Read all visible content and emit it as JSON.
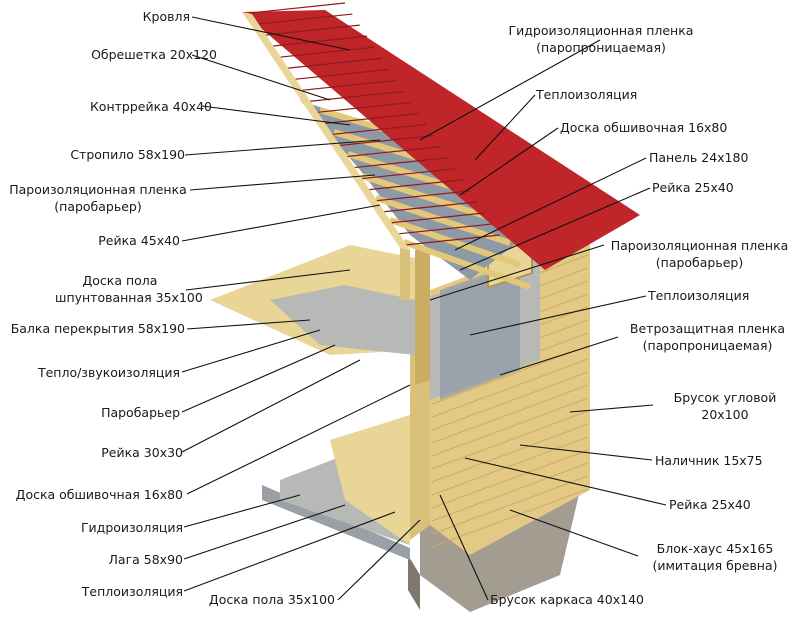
{
  "labels_left": [
    {
      "id": "roof",
      "lines": [
        "Кровля"
      ]
    },
    {
      "id": "lathing",
      "lines": [
        "Обрешетка 20х120"
      ]
    },
    {
      "id": "counter-batten",
      "lines": [
        "Контррейка 40х40"
      ]
    },
    {
      "id": "rafter",
      "lines": [
        "Стропило 58х190"
      ]
    },
    {
      "id": "vapor-film-roof",
      "lines": [
        "Пароизоляционная пленка",
        "(паробарьер)"
      ]
    },
    {
      "id": "batten-45",
      "lines": [
        "Рейка 45х40"
      ]
    },
    {
      "id": "floor-board-tongue",
      "lines": [
        "Доска пола",
        "шпунтованная 35х100"
      ]
    },
    {
      "id": "floor-beam",
      "lines": [
        "Балка перекрытия 58х190"
      ]
    },
    {
      "id": "heat-sound-insulation",
      "lines": [
        "Тепло/звукоизоляция"
      ]
    },
    {
      "id": "vapor-barrier",
      "lines": [
        "Паробарьер"
      ]
    },
    {
      "id": "batten-30",
      "lines": [
        "Рейка 30х30"
      ]
    },
    {
      "id": "sheathing-board-left",
      "lines": [
        "Доска обшивочная 16х80"
      ]
    },
    {
      "id": "waterproofing",
      "lines": [
        "Гидроизоляция"
      ]
    },
    {
      "id": "joist",
      "lines": [
        "Лага 58х90"
      ]
    },
    {
      "id": "insulation-bottom",
      "lines": [
        "Теплоизоляция"
      ]
    }
  ],
  "labels_bottom": [
    {
      "id": "floor-board",
      "lines": [
        "Доска пола 35х100"
      ]
    },
    {
      "id": "frame-bar",
      "lines": [
        "Брусок каркаса 40х140"
      ]
    }
  ],
  "labels_right": [
    {
      "id": "waterproof-film",
      "lines": [
        "Гидроизоляционная пленка",
        "(паропроницаемая)"
      ]
    },
    {
      "id": "insulation-roof",
      "lines": [
        "Теплоизоляция"
      ]
    },
    {
      "id": "sheathing-board-right",
      "lines": [
        "Доска обшивочная 16х80"
      ]
    },
    {
      "id": "panel",
      "lines": [
        "Панель 24х180"
      ]
    },
    {
      "id": "batten-25-top",
      "lines": [
        "Рейка 25х40"
      ]
    },
    {
      "id": "vapor-film-wall",
      "lines": [
        "Пароизоляционная пленка",
        "(паробарьер)"
      ]
    },
    {
      "id": "insulation-wall",
      "lines": [
        "Теплоизоляция"
      ]
    },
    {
      "id": "wind-film",
      "lines": [
        "Ветрозащитная пленка",
        "(паропроницаемая)"
      ]
    },
    {
      "id": "corner-bar",
      "lines": [
        "Брусок угловой",
        "20х100"
      ]
    },
    {
      "id": "trim",
      "lines": [
        "Наличник 15х75"
      ]
    },
    {
      "id": "batten-25-bottom",
      "lines": [
        "Рейка 25х40"
      ]
    },
    {
      "id": "block-house",
      "lines": [
        "Блок-хаус 45х165",
        "(имитация бревна)"
      ]
    }
  ],
  "colors": {
    "roof": "#c0252a",
    "roof_dark": "#8e1a1c",
    "wood": "#e9d596",
    "wood_dark": "#c9ad62",
    "insulation": "#b7b9b7",
    "film": "#8d9aa6",
    "stone": "#a39c90",
    "leader": "#111111"
  }
}
